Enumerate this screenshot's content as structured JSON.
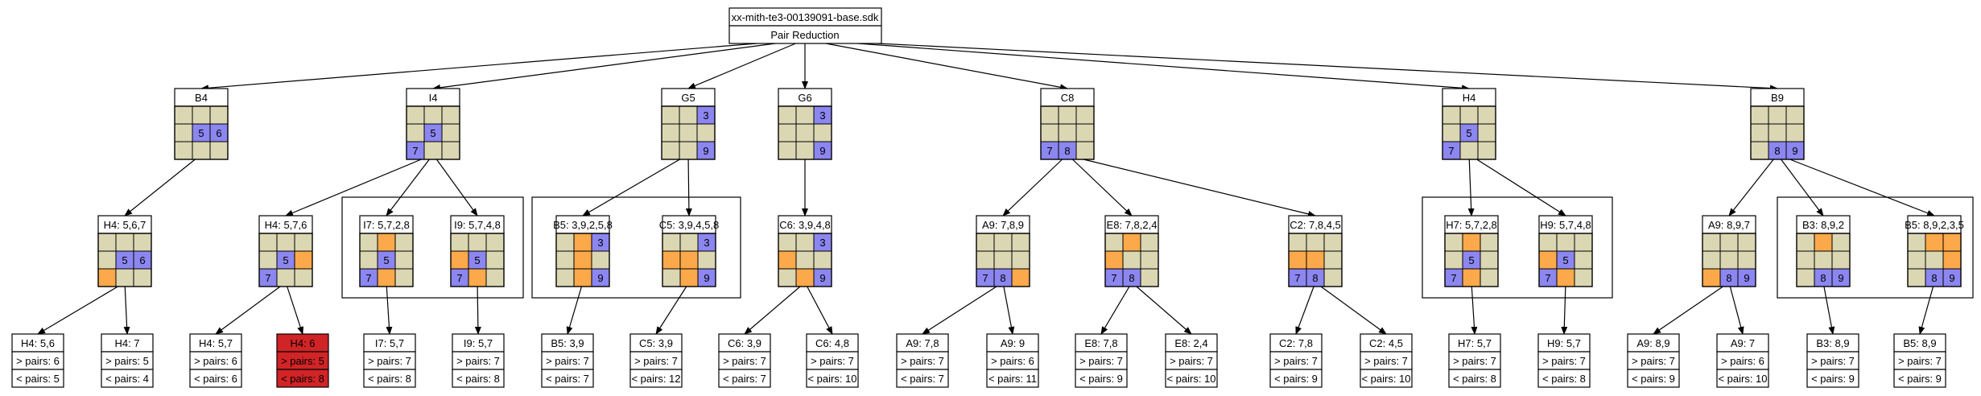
{
  "colors": {
    "empty": "#dbd7b3",
    "blue": "#8c86f0",
    "orange": "#fba94a",
    "red": "#d12426",
    "edge": "#000000"
  },
  "root": {
    "title": "xx-mith-te3-00139091-base.sdk",
    "subtitle": "Pair Reduction"
  },
  "nodes": {
    "B4": {
      "label": "B4",
      "cells": [
        [
          0,
          0,
          0
        ],
        [
          0,
          "5",
          "6"
        ],
        [
          0,
          0,
          0
        ]
      ]
    },
    "I4": {
      "label": "I4",
      "cells": [
        [
          0,
          0,
          0
        ],
        [
          0,
          "5",
          0
        ],
        [
          "7",
          0,
          0
        ]
      ]
    },
    "G5": {
      "label": "G5",
      "cells": [
        [
          0,
          0,
          "3"
        ],
        [
          0,
          0,
          0
        ],
        [
          0,
          0,
          "9"
        ]
      ]
    },
    "G6": {
      "label": "G6",
      "cells": [
        [
          0,
          0,
          "3"
        ],
        [
          0,
          0,
          0
        ],
        [
          0,
          0,
          "9"
        ]
      ]
    },
    "C8": {
      "label": "C8",
      "cells": [
        [
          0,
          0,
          0
        ],
        [
          0,
          0,
          0
        ],
        [
          "7",
          "8",
          0
        ]
      ]
    },
    "H4": {
      "label": "H4",
      "cells": [
        [
          0,
          0,
          0
        ],
        [
          0,
          "5",
          0
        ],
        [
          "7",
          0,
          0
        ]
      ]
    },
    "B9": {
      "label": "B9",
      "cells": [
        [
          0,
          0,
          0
        ],
        [
          0,
          0,
          0
        ],
        [
          0,
          "8",
          "9"
        ]
      ]
    },
    "B4c": {
      "label": "H4: 5,6,7",
      "cells": [
        [
          0,
          0,
          0
        ],
        [
          0,
          "5",
          "6"
        ],
        [
          "o",
          0,
          0
        ]
      ]
    },
    "I4a": {
      "label": "H4: 5,7,6",
      "cells": [
        [
          0,
          0,
          0
        ],
        [
          0,
          "5",
          "o"
        ],
        [
          "7",
          0,
          0
        ]
      ]
    },
    "I4b": {
      "label": "I7: 5,7,2,8",
      "cells": [
        [
          0,
          "o",
          0
        ],
        [
          0,
          "5",
          0
        ],
        [
          "7",
          "o",
          0
        ]
      ]
    },
    "I4c": {
      "label": "I9: 5,7,4,8",
      "cells": [
        [
          0,
          0,
          0
        ],
        [
          "o",
          "5",
          0
        ],
        [
          "7",
          "o",
          0
        ]
      ]
    },
    "G5a": {
      "label": "B5: 3,9,2,5,8",
      "cells": [
        [
          0,
          "o",
          "3"
        ],
        [
          0,
          "o",
          0
        ],
        [
          0,
          "o",
          "9"
        ]
      ]
    },
    "G5b": {
      "label": "C5: 3,9,4,5,8",
      "cells": [
        [
          0,
          0,
          "3"
        ],
        [
          "o",
          "o",
          0
        ],
        [
          0,
          "o",
          "9"
        ]
      ]
    },
    "G6a": {
      "label": "C6: 3,9,4,8",
      "cells": [
        [
          0,
          0,
          "3"
        ],
        [
          "o",
          0,
          0
        ],
        [
          0,
          "o",
          "9"
        ]
      ]
    },
    "C8a": {
      "label": "A9: 7,8,9",
      "cells": [
        [
          0,
          0,
          0
        ],
        [
          0,
          0,
          0
        ],
        [
          "7",
          "8",
          "o"
        ]
      ]
    },
    "C8b": {
      "label": "E8: 7,8,2,4",
      "cells": [
        [
          0,
          "o",
          0
        ],
        [
          "o",
          0,
          0
        ],
        [
          "7",
          "8",
          0
        ]
      ]
    },
    "C8c": {
      "label": "C2: 7,8,4,5",
      "cells": [
        [
          0,
          0,
          0
        ],
        [
          "o",
          "o",
          0
        ],
        [
          "7",
          "8",
          0
        ]
      ]
    },
    "H4a": {
      "label": "H7: 5,7,2,8",
      "cells": [
        [
          0,
          "o",
          0
        ],
        [
          0,
          "5",
          0
        ],
        [
          "7",
          "o",
          0
        ]
      ]
    },
    "H4b": {
      "label": "H9: 5,7,4,8",
      "cells": [
        [
          0,
          0,
          0
        ],
        [
          "o",
          "5",
          0
        ],
        [
          "7",
          "o",
          0
        ]
      ]
    },
    "B9a": {
      "label": "A9: 8,9,7",
      "cells": [
        [
          0,
          0,
          0
        ],
        [
          0,
          0,
          0
        ],
        [
          "o",
          "8",
          "9"
        ]
      ]
    },
    "B9b": {
      "label": "B3: 8,9,2",
      "cells": [
        [
          0,
          "o",
          0
        ],
        [
          0,
          0,
          0
        ],
        [
          0,
          "8",
          "9"
        ]
      ]
    },
    "B9c": {
      "label": "B5: 8,9,2,3,5",
      "cells": [
        [
          0,
          "o",
          "o"
        ],
        [
          0,
          0,
          "o"
        ],
        [
          0,
          "8",
          "9"
        ]
      ]
    }
  },
  "leaves": [
    {
      "id": "L1",
      "lines": [
        "H4: 5,6",
        "> pairs: 6",
        "< pairs: 5"
      ]
    },
    {
      "id": "L2",
      "lines": [
        "H4: 7",
        "> pairs: 5",
        "< pairs: 4"
      ]
    },
    {
      "id": "L3",
      "lines": [
        "H4: 5,7",
        "> pairs: 6",
        "< pairs: 6"
      ]
    },
    {
      "id": "L4",
      "lines": [
        "H4: 6",
        "> pairs: 5",
        "< pairs: 8"
      ],
      "highlight": true
    },
    {
      "id": "L5",
      "lines": [
        "I7: 5,7",
        "> pairs: 7",
        "< pairs: 8"
      ]
    },
    {
      "id": "L6",
      "lines": [
        "I9: 5,7",
        "> pairs: 7",
        "< pairs: 8"
      ]
    },
    {
      "id": "L7",
      "lines": [
        "B5: 3,9",
        "> pairs: 7",
        "< pairs: 7"
      ]
    },
    {
      "id": "L8",
      "lines": [
        "C5: 3,9",
        "> pairs: 7",
        "< pairs: 12"
      ]
    },
    {
      "id": "L9",
      "lines": [
        "C6: 3,9",
        "> pairs: 7",
        "< pairs: 7"
      ]
    },
    {
      "id": "L10",
      "lines": [
        "C6: 4,8",
        "> pairs: 7",
        "< pairs: 10"
      ]
    },
    {
      "id": "L11",
      "lines": [
        "A9: 7,8",
        "> pairs: 7",
        "< pairs: 7"
      ]
    },
    {
      "id": "L12",
      "lines": [
        "A9: 9",
        "> pairs: 6",
        "< pairs: 11"
      ]
    },
    {
      "id": "L13",
      "lines": [
        "E8: 7,8",
        "> pairs: 7",
        "< pairs: 9"
      ]
    },
    {
      "id": "L14",
      "lines": [
        "E8: 2,4",
        "> pairs: 7",
        "< pairs: 10"
      ]
    },
    {
      "id": "L15",
      "lines": [
        "C2: 7,8",
        "> pairs: 7",
        "< pairs: 9"
      ]
    },
    {
      "id": "L16",
      "lines": [
        "C2: 4,5",
        "> pairs: 7",
        "< pairs: 10"
      ]
    },
    {
      "id": "L17",
      "lines": [
        "H7: 5,7",
        "> pairs: 7",
        "< pairs: 8"
      ]
    },
    {
      "id": "L18",
      "lines": [
        "H9: 5,7",
        "> pairs: 7",
        "< pairs: 8"
      ]
    },
    {
      "id": "L19",
      "lines": [
        "A9: 8,9",
        "> pairs: 7",
        "< pairs: 9"
      ]
    },
    {
      "id": "L20",
      "lines": [
        "A9: 7",
        "> pairs: 6",
        "< pairs: 10"
      ]
    },
    {
      "id": "L21",
      "lines": [
        "B3: 8,9",
        "> pairs: 7",
        "< pairs: 9"
      ]
    },
    {
      "id": "L22",
      "lines": [
        "B5: 8,9",
        "> pairs: 7",
        "< pairs: 9"
      ]
    }
  ],
  "edges": [
    [
      "root",
      "B4"
    ],
    [
      "root",
      "I4"
    ],
    [
      "root",
      "G5"
    ],
    [
      "root",
      "G6"
    ],
    [
      "root",
      "C8"
    ],
    [
      "root",
      "H4"
    ],
    [
      "root",
      "B9"
    ],
    [
      "B4",
      "B4c"
    ],
    [
      "I4",
      "I4a"
    ],
    [
      "I4",
      "I4b"
    ],
    [
      "I4",
      "I4c"
    ],
    [
      "G5",
      "G5a"
    ],
    [
      "G5",
      "G5b"
    ],
    [
      "G6",
      "G6a"
    ],
    [
      "C8",
      "C8a"
    ],
    [
      "C8",
      "C8b"
    ],
    [
      "C8",
      "C8c"
    ],
    [
      "H4",
      "H4a"
    ],
    [
      "H4",
      "H4b"
    ],
    [
      "B9",
      "B9a"
    ],
    [
      "B9",
      "B9b"
    ],
    [
      "B9",
      "B9c"
    ],
    [
      "B4c",
      "L1"
    ],
    [
      "B4c",
      "L2"
    ],
    [
      "I4a",
      "L3"
    ],
    [
      "I4a",
      "L4"
    ],
    [
      "I4b",
      "L5"
    ],
    [
      "I4c",
      "L6"
    ],
    [
      "G5a",
      "L7"
    ],
    [
      "G5b",
      "L8"
    ],
    [
      "G6a",
      "L9"
    ],
    [
      "G6a",
      "L10"
    ],
    [
      "C8a",
      "L11"
    ],
    [
      "C8a",
      "L12"
    ],
    [
      "C8b",
      "L13"
    ],
    [
      "C8b",
      "L14"
    ],
    [
      "C8c",
      "L15"
    ],
    [
      "C8c",
      "L16"
    ],
    [
      "H4a",
      "L17"
    ],
    [
      "H4b",
      "L18"
    ],
    [
      "B9a",
      "L19"
    ],
    [
      "B9a",
      "L20"
    ],
    [
      "B9b",
      "L21"
    ],
    [
      "B9c",
      "L22"
    ]
  ]
}
